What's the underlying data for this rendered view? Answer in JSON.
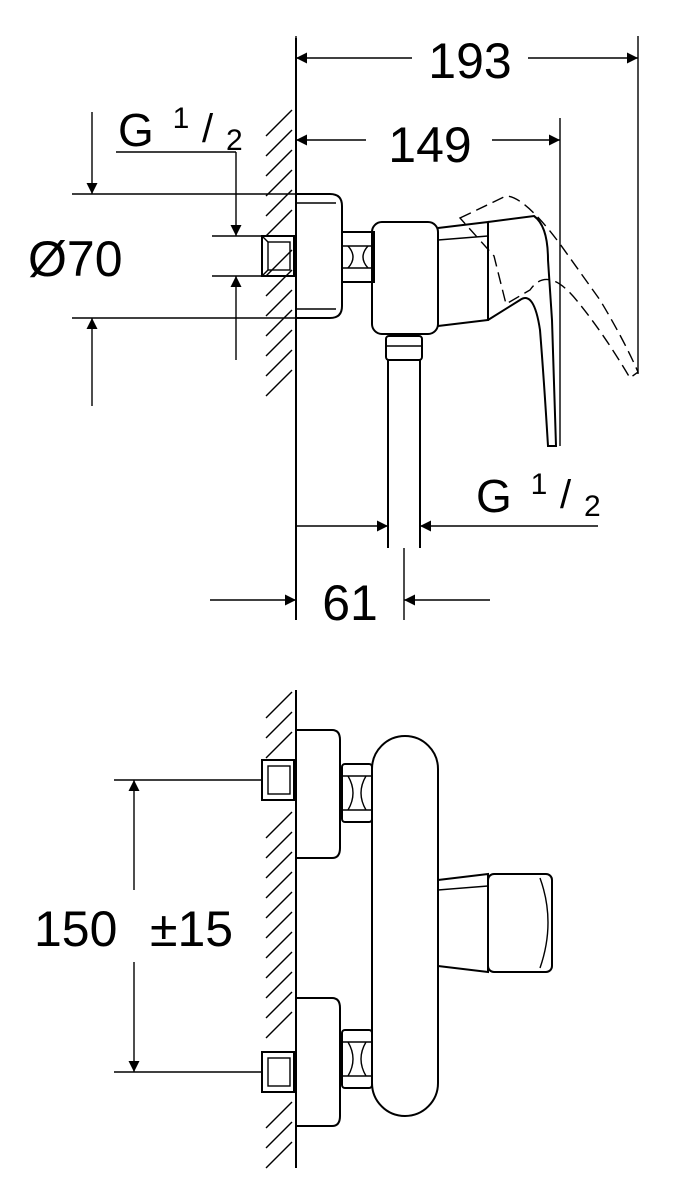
{
  "dimensions": {
    "overall_depth": "193",
    "handle_depth": "149",
    "wall_to_outlet": "61",
    "escutcheon_diameter": "Ø70",
    "inlet_thread": {
      "prefix": "G",
      "numerator": "1",
      "denominator": "2"
    },
    "outlet_thread": {
      "prefix": "G",
      "numerator": "1",
      "denominator": "2"
    },
    "inlet_spacing": "150",
    "inlet_spacing_tolerance": "±15"
  }
}
